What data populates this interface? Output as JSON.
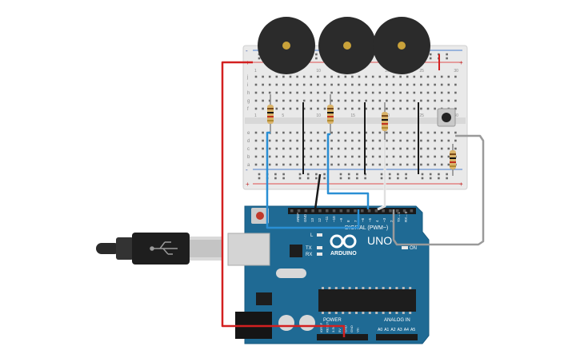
{
  "board": {
    "brand": "ARDUINO",
    "model": "UNO",
    "digital_label": "DIGITAL (PWM~)",
    "power_label": "POWER",
    "analog_label": "ANALOG IN",
    "on_label": "ON",
    "led_l": "L",
    "led_tx": "TX",
    "led_rx": "RX",
    "digital_pins": [
      "AREF",
      "GND",
      "13",
      "12",
      "~11",
      "~10",
      "~9",
      "8",
      "7",
      "~6",
      "~5",
      "4",
      "~3",
      "2",
      "TX→1",
      "RX←0"
    ],
    "power_pins": [
      "IOREF",
      "RESET",
      "3.3V",
      "5V",
      "GND",
      "GND",
      "Vin"
    ],
    "analog_pins": [
      "A0",
      "A1",
      "A2",
      "A3",
      "A4",
      "A5"
    ]
  },
  "breadboard": {
    "row_letters_top": [
      "j",
      "i",
      "h",
      "g",
      "f"
    ],
    "row_letters_bottom": [
      "e",
      "d",
      "c",
      "b",
      "a"
    ],
    "column_numbers": [
      "1",
      "5",
      "10",
      "15",
      "20",
      "25",
      "30"
    ],
    "rail_plus": "+",
    "rail_minus": "-"
  },
  "colors": {
    "board": "#1f6a94",
    "breadboard": "#e9e9e9",
    "buzzer": "#2b2b2b",
    "wire_red": "#d32020",
    "wire_blue": "#2a8fd4",
    "wire_black": "#1a1a1a",
    "wire_grey": "#9a9a9a",
    "wire_white": "#f2f2f2"
  }
}
